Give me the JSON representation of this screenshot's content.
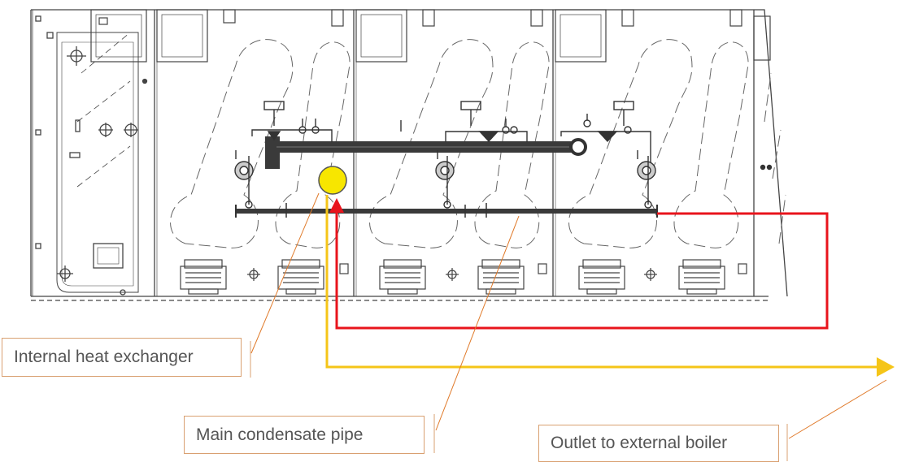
{
  "colors": {
    "line": "#444444",
    "dash": "#666666",
    "pipe": "#3a3a3a",
    "return_line": "#e8141c",
    "outlet_line": "#f5c518",
    "marker_fill": "#f7e600",
    "callout_border": "#d9a071",
    "leader": "#e07a2a",
    "label_text": "#555555"
  },
  "callouts": {
    "internal_heat_exchanger": "Internal heat exchanger",
    "main_condensate_pipe": "Main condensate pipe",
    "outlet": "Outlet to external boiler"
  },
  "icons": {
    "flow_marker": "yellow-circle",
    "arrow": "arrow-head"
  }
}
